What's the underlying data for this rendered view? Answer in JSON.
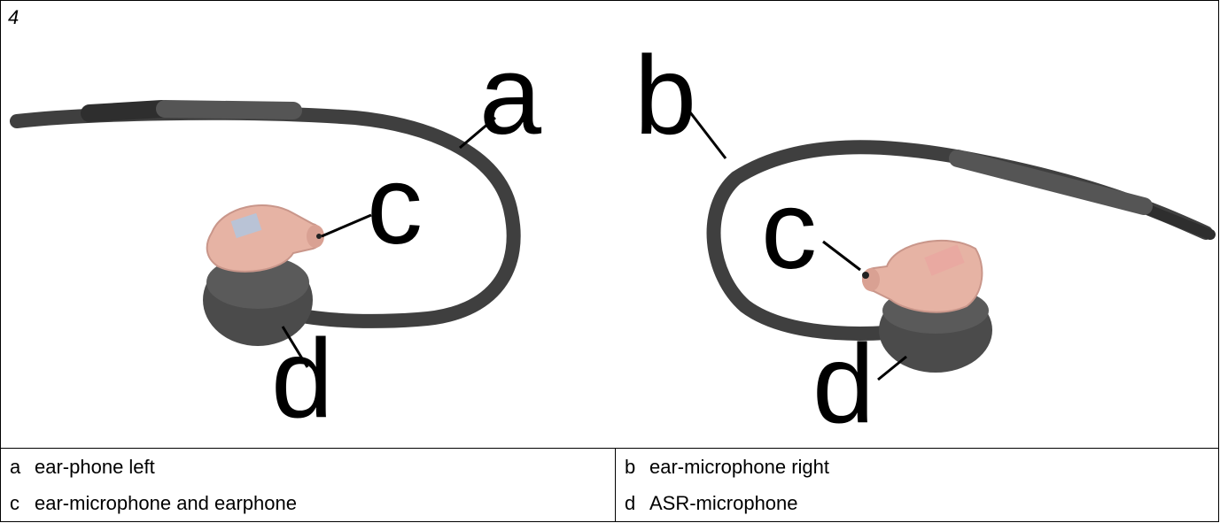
{
  "figure": {
    "number": "4",
    "photo_letters": {
      "a": "a",
      "b": "b",
      "c_left": "c",
      "c_right": "c",
      "d_left": "d",
      "d_right": "d"
    },
    "colors": {
      "cable": "#4a4a4a",
      "earpiece_housing": "#e8b7a8",
      "earpiece_base": "#505050"
    }
  },
  "legend": [
    {
      "key": "a",
      "text": "ear-phone left"
    },
    {
      "key": "b",
      "text": "ear-microphone right"
    },
    {
      "key": "c",
      "text": "ear-microphone and earphone"
    },
    {
      "key": "d",
      "text": "ASR-microphone"
    }
  ]
}
